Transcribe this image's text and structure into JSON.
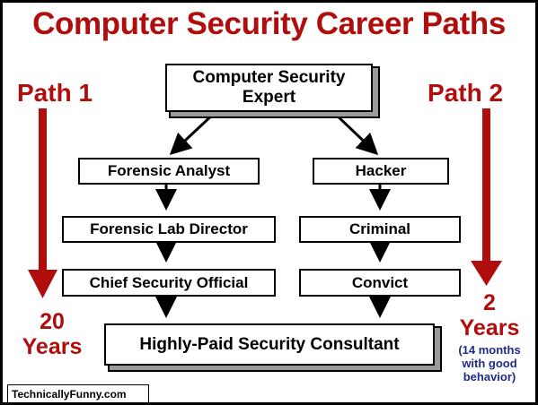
{
  "title": "Computer Security Career Paths",
  "path1": {
    "label": "Path 1",
    "duration_value": "20",
    "duration_unit": "Years"
  },
  "path2": {
    "label": "Path 2",
    "duration_value": "2",
    "duration_unit": "Years",
    "note_line1": "(14 months",
    "note_line2": "with good",
    "note_line3": "behavior)"
  },
  "nodes": {
    "top": "Computer Security Expert",
    "left": [
      "Forensic Analyst",
      "Forensic Lab Director",
      "Chief Security Official"
    ],
    "right": [
      "Hacker",
      "Criminal",
      "Convict"
    ],
    "bottom": "Highly-Paid Security Consultant"
  },
  "colors": {
    "accent": "#b00d0d",
    "note": "#1f2c87",
    "shadow": "#9a9a9a"
  },
  "watermark": "TechnicallyFunny.com"
}
